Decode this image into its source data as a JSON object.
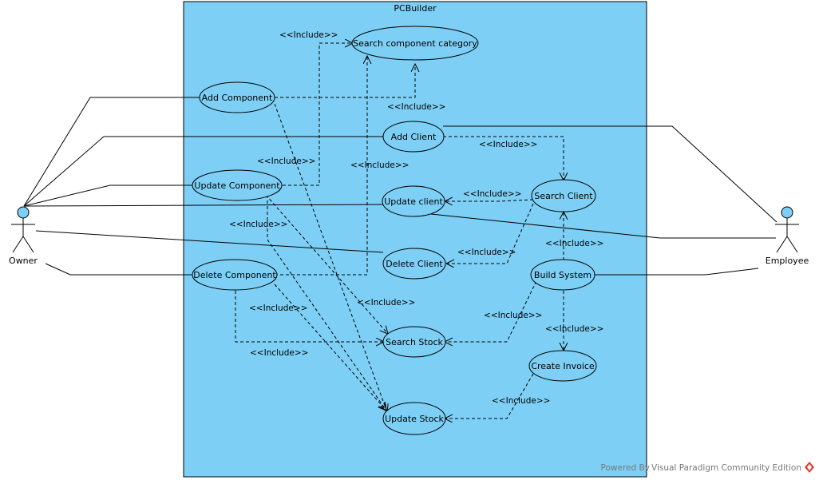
{
  "diagram": {
    "system": {
      "title": "PCBuilder",
      "fill": "#7ecff5"
    },
    "actors": [
      {
        "id": "owner",
        "label": "Owner"
      },
      {
        "id": "employee",
        "label": "Employee"
      }
    ],
    "use_cases": [
      {
        "id": "search_category",
        "label": "Search component category"
      },
      {
        "id": "add_component",
        "label": "Add Component"
      },
      {
        "id": "add_client",
        "label": "Add Client"
      },
      {
        "id": "update_component",
        "label": "Update Component"
      },
      {
        "id": "update_client",
        "label": "Update client"
      },
      {
        "id": "search_client",
        "label": "Search Client"
      },
      {
        "id": "delete_client",
        "label": "Delete Client"
      },
      {
        "id": "delete_component",
        "label": "Delete Component"
      },
      {
        "id": "build_system",
        "label": "Build System"
      },
      {
        "id": "search_stock",
        "label": "Search Stock"
      },
      {
        "id": "create_invoice",
        "label": "Create Invoice"
      },
      {
        "id": "update_stock",
        "label": "Update Stock"
      }
    ],
    "include_label": "<<Include>>",
    "watermark": "Powered By Visual Paradigm Community Edition"
  }
}
